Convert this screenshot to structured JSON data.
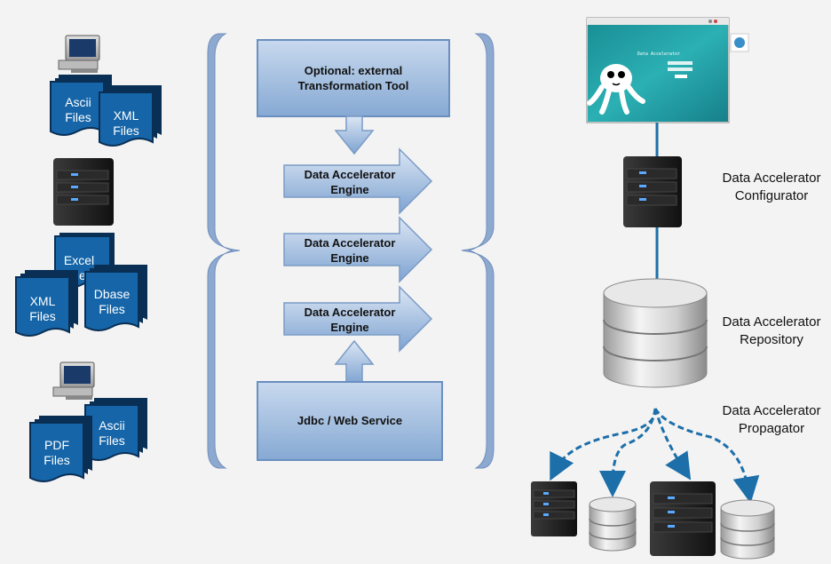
{
  "left_files": {
    "group1": {
      "ascii": [
        "Ascii",
        "Files"
      ],
      "xml": [
        "XML",
        "Files"
      ]
    },
    "group2": {
      "excel": [
        "Excel",
        "Files"
      ],
      "xml": [
        "XML",
        "Files"
      ],
      "dbase": [
        "Dbase",
        "Files"
      ]
    },
    "group3": {
      "ascii": [
        "Ascii",
        "Files"
      ],
      "pdf": [
        "PDF",
        "Files"
      ]
    }
  },
  "middle": {
    "transform_tool": [
      "Optional: external",
      "Transformation Tool"
    ],
    "engines": [
      [
        "Data Accelerator",
        "Engine"
      ],
      [
        "Data Accelerator",
        "Engine"
      ],
      [
        "Data Accelerator",
        "Engine"
      ]
    ],
    "jdbc": "Jdbc / Web Service"
  },
  "right": {
    "screenshot_title": "Data Accelerator",
    "configurator": [
      "Data Accelerator",
      "Configurator"
    ],
    "repository": [
      "Data Accelerator",
      "Repository"
    ],
    "propagator": [
      "Data Accelerator",
      "Propagator"
    ]
  },
  "colors": {
    "file_blue": "#1565a8",
    "file_edge": "#0a2f55",
    "box_light": "#a9c3e3",
    "box_dark": "#7ea3d1",
    "brace": "#8ea9cf",
    "link_blue": "#1d6fa9",
    "server_dark": "#1e1e1e"
  }
}
